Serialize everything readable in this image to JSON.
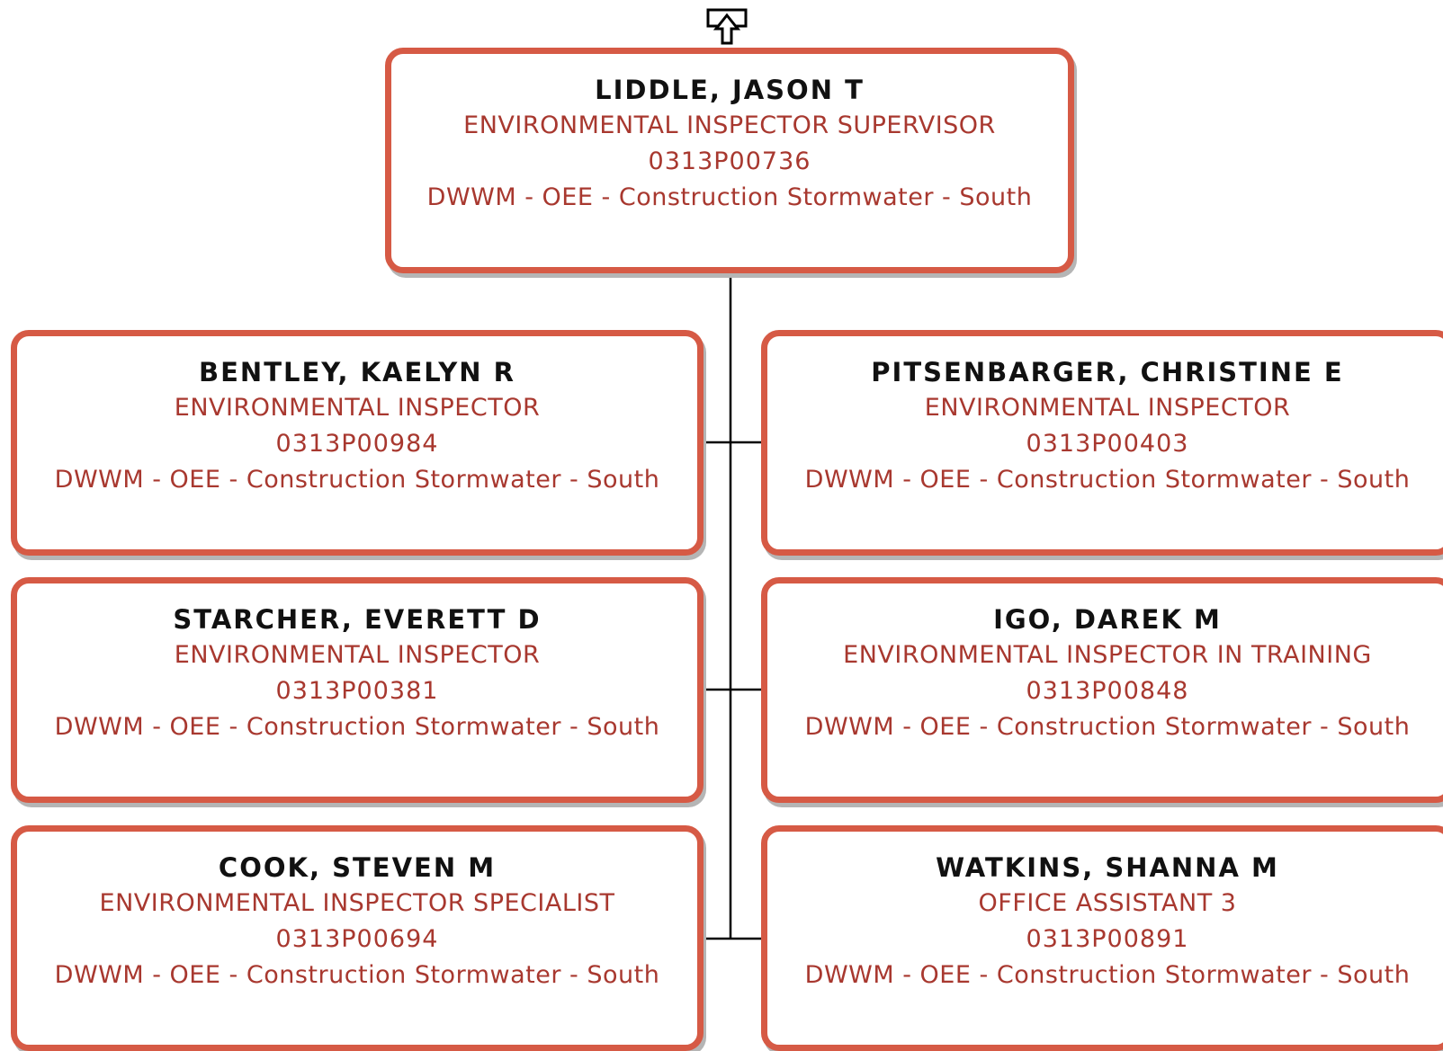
{
  "supervisor": {
    "name": "LIDDLE, JASON T",
    "title": "ENVIRONMENTAL INSPECTOR SUPERVISOR",
    "position": "0313P00736",
    "department": "DWWM - OEE - Construction Stormwater - South"
  },
  "reports": [
    {
      "name": "BENTLEY, KAELYN R",
      "title": "ENVIRONMENTAL INSPECTOR",
      "position": "0313P00984",
      "department": "DWWM - OEE - Construction Stormwater - South"
    },
    {
      "name": "PITSENBARGER, CHRISTINE E",
      "title": "ENVIRONMENTAL INSPECTOR",
      "position": "0313P00403",
      "department": "DWWM - OEE - Construction Stormwater - South"
    },
    {
      "name": "STARCHER, EVERETT D",
      "title": "ENVIRONMENTAL INSPECTOR",
      "position": "0313P00381",
      "department": "DWWM - OEE - Construction Stormwater - South"
    },
    {
      "name": "IGO, DAREK M",
      "title": "ENVIRONMENTAL INSPECTOR IN TRAINING",
      "position": "0313P00848",
      "department": "DWWM - OEE - Construction Stormwater - South"
    },
    {
      "name": "COOK, STEVEN M",
      "title": "ENVIRONMENTAL INSPECTOR SPECIALIST",
      "position": "0313P00694",
      "department": "DWWM - OEE - Construction Stormwater - South"
    },
    {
      "name": "WATKINS, SHANNA M",
      "title": "OFFICE ASSISTANT 3",
      "position": "0313P00891",
      "department": "DWWM - OEE - Construction Stormwater - South"
    }
  ],
  "colors": {
    "card_border": "#d65a45",
    "name_text": "#111111",
    "detail_text": "#a8382f",
    "connector": "#000000"
  },
  "icons": {
    "up": "up-arrow-icon"
  }
}
